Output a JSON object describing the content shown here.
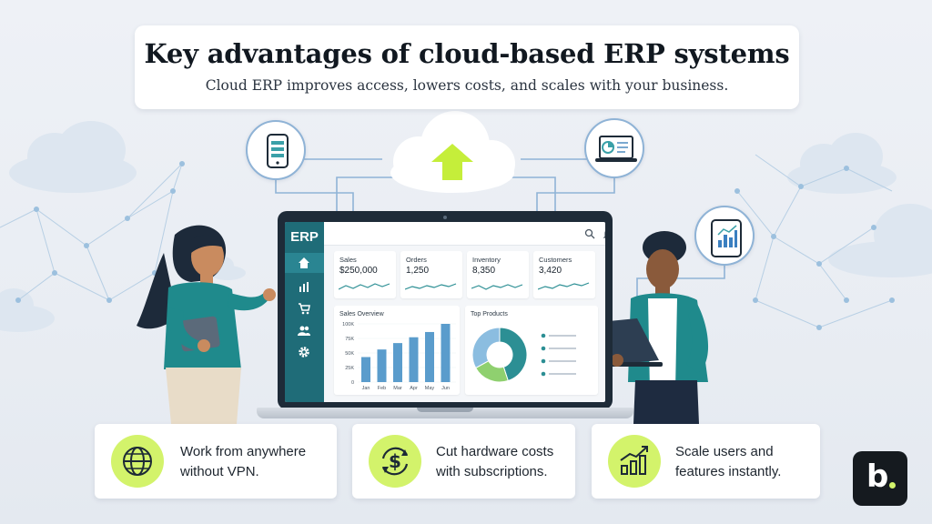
{
  "header": {
    "title": "Key advantages of cloud-based ERP systems",
    "subtitle": "Cloud ERP improves access, lowers costs, and scales with your business."
  },
  "devices": [
    {
      "id": "phone",
      "icon": "smartphone-icon"
    },
    {
      "id": "laptop",
      "icon": "laptop-icon"
    },
    {
      "id": "tablet",
      "icon": "tablet-icon"
    }
  ],
  "cloud": {
    "icon": "upload-arrow-icon"
  },
  "erp": {
    "logo": "ERP",
    "nav": [
      {
        "icon": "home-icon",
        "active": true
      },
      {
        "icon": "bar-chart-icon",
        "active": false
      },
      {
        "icon": "cart-icon",
        "active": false
      },
      {
        "icon": "users-icon",
        "active": false
      },
      {
        "icon": "gear-icon",
        "active": false
      }
    ],
    "topbar_icons": [
      "search-icon",
      "bell-icon",
      "user-icon"
    ],
    "kpis": [
      {
        "label": "Sales",
        "value": "$250,000"
      },
      {
        "label": "Orders",
        "value": "1,250"
      },
      {
        "label": "Inventory",
        "value": "8,350"
      },
      {
        "label": "Customers",
        "value": "3,420"
      }
    ],
    "sales_overview": {
      "title": "Sales Overview"
    },
    "top_products": {
      "title": "Top Products"
    }
  },
  "chart_data": {
    "type": "bar",
    "title": "Sales Overview",
    "categories": [
      "Jan",
      "Feb",
      "Mar",
      "Apr",
      "May",
      "Jun"
    ],
    "values": [
      43,
      56,
      67,
      77,
      86,
      100
    ],
    "y_ticks": [
      "100K",
      "75K",
      "50K",
      "25K",
      "0"
    ],
    "ylim": [
      0,
      100
    ],
    "donut": {
      "title": "Top Products",
      "slices": [
        {
          "value": 45,
          "color": "#2c8f94"
        },
        {
          "value": 22,
          "color": "#8fd06f"
        },
        {
          "value": 33,
          "color": "#8bbde0"
        }
      ]
    }
  },
  "features": [
    {
      "icon": "globe-icon",
      "line1": "Work from anywhere",
      "line2": "without VPN."
    },
    {
      "icon": "dollar-cycle-icon",
      "line1": "Cut hardware costs",
      "line2": "with subscriptions."
    },
    {
      "icon": "growth-chart-icon",
      "line1": "Scale users and",
      "line2": "features instantly."
    }
  ],
  "brand": {
    "letter": "b"
  },
  "colors": {
    "accent": "#d3f36b",
    "teal": "#1f6c78",
    "bar": "#5a9ccc",
    "network": "#9cc0de"
  }
}
